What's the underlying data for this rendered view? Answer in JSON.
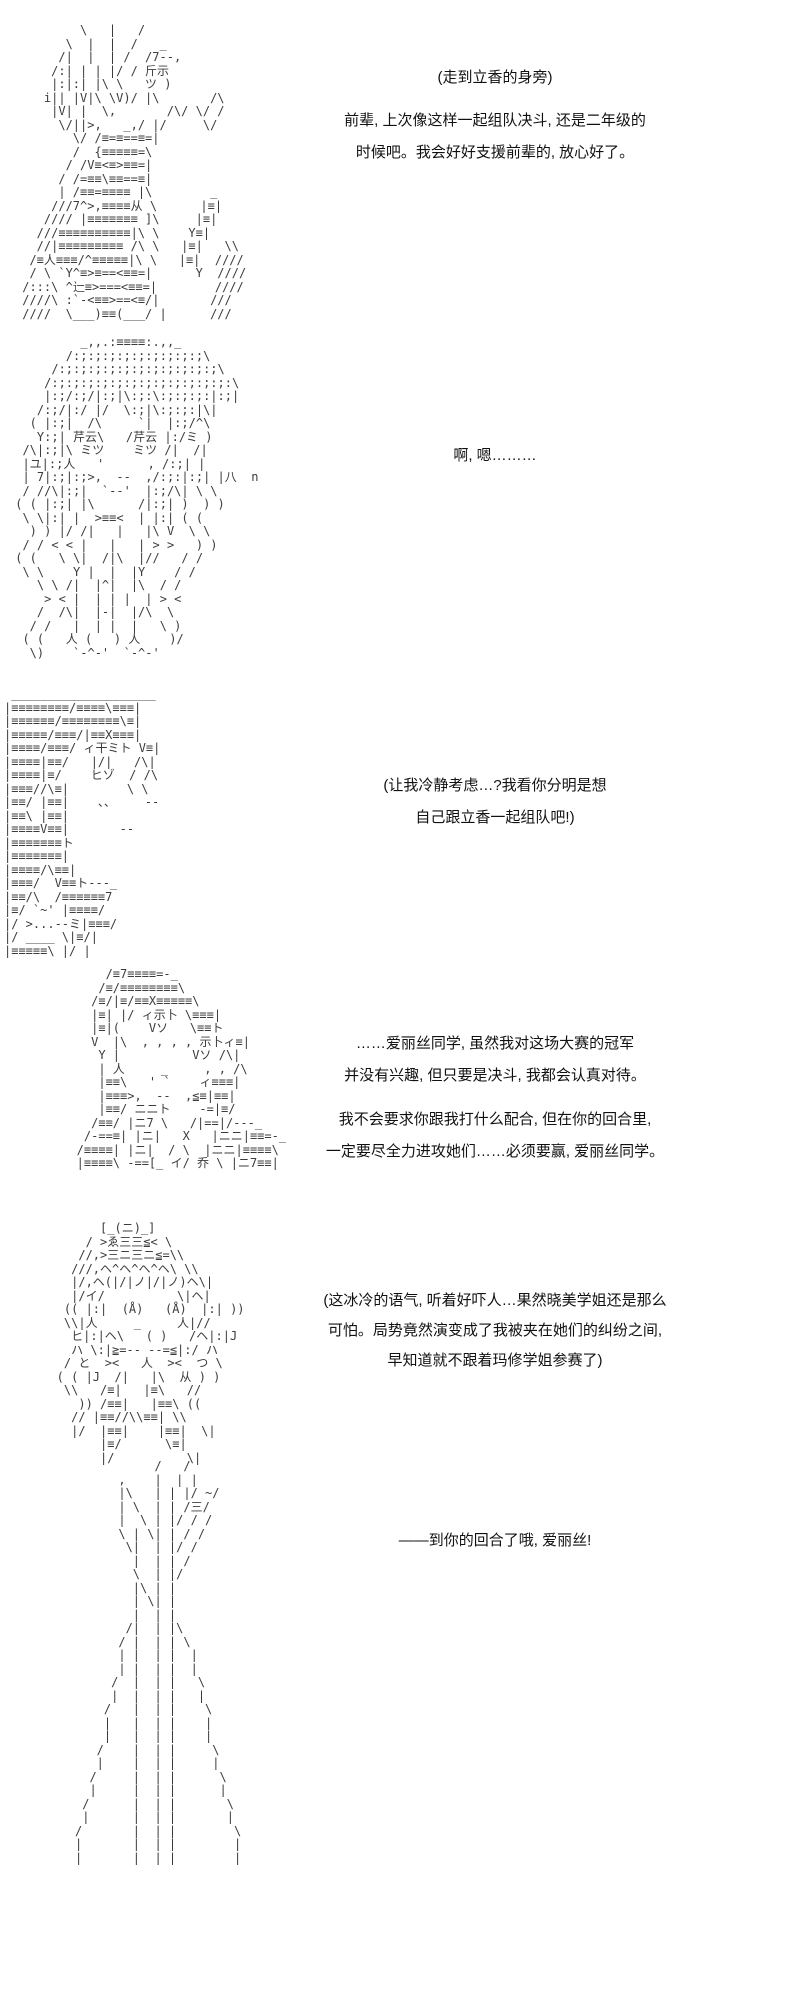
{
  "page": {
    "background": "#ffffff",
    "art_ink": "#3c3c3c",
    "text_ink": "#111111"
  },
  "panels": [
    {
      "art": [
        "         \\   |   /",
        "       \\  |  |  /   _",
        "      /|  |  | /  /7--,",
        "     /:| | | |/ / 斤示",
        "     |:|:| |\\ \\   ツ )",
        "    i|| |V|\\ \\V)/ |\\       /\\",
        "     |V| |  \\,       /\\/ \\/ /",
        "      \\/||>,   _,/ |/     \\/",
        "        \\/ /≡=≡==≡=|",
        "        /  {≡≡≡≡≡=\\",
        "       / /V≡<≡>≡≡=|",
        "      / /=≡≡\\≡≡==≡|",
        "      | /≡≡=≡≡≡≡ |\\        _",
        "     ///7^>,≡≡≡≡从 \\      |≡|",
        "    //// |≡≡≡≡≡≡≡ ]\\     |≡|",
        "   ///≡≡≡≡≡≡≡≡≡≡|\\ \\    Y≡|",
        "   //|≡≡≡≡≡≡≡≡≡ /\\ \\   |≡|   \\\\",
        "  /≡人≡≡≡/^≡≡≡≡≡|\\ \\   |≡|  ////",
        "  / \\ `Y^≡>≡==<≡≡=|      Y  ////",
        " /:::\\ ^辷≡>===<≡≡=|        ////",
        " ////\\ :`-<≡≡>==<≡/|       ///",
        " ////  \\___)≡≡(___/ |      ///"
      ],
      "dialogues": [
        {
          "lines": [
            "(走到立香的身旁)"
          ]
        },
        {
          "lines": [
            "前辈, 上次像这样一起组队决斗, 还是二年级的",
            "时候吧。我会好好支援前辈的, 放心好了。"
          ]
        }
      ]
    },
    {
      "art": [
        "          _,,.:≡≡≡≡:.,,_",
        "        /:;:;:;:;:;:;:;:;:;\\",
        "      /:;:;:;:;:;:;:;:;:;:;:;\\",
        "     /:;:;:;:;:;:;:;:;:;:;:;:;:\\",
        "     |:;/:;/|:;|\\:;:\\:;:;:;:|:;|",
        "    /:;/|:/ |/  \\:;|\\:;:;:|\\|",
        "   ( |:;|  /\\     `|  |:;/^\\",
        "    Y:;| 芹云\\   /芹云 |:/ミ )",
        "  /\\|:;|\\ ミツ    ミツ /|  /|",
        "  |ユ|:;人   '      , /:;| |",
        "  | 7|:;|:;>,  --  ,/:;:|:;| |八  n",
        "  / //\\|:;|  `--'  |:;/\\| \\ \\",
        " ( ( |:;| |\\      /|:;| )  ) )",
        "  \\ \\|:| |  >≡≡<  | |:| ( (",
        "   ) ) |/ /|   |   |\\ V  \\ \\",
        "  / / < < |   |   | > >   ) )",
        " ( (   \\ \\|  /|\\  |//   / /",
        "  \\ \\    Y |  |  |Y    / /",
        "    \\ \\ /|  |^|  |\\  / /",
        "     > < |  | | |  | > <",
        "    /  /\\|  |-|  |/\\  \\",
        "   / /   |  | |  |   \\ )",
        "  ( (   人 (   ) 人    )/",
        "   \\)    `-^-'  `-^-'"
      ],
      "dialogues": [
        {
          "lines": [
            "啊, 嗯………"
          ]
        }
      ]
    },
    {
      "art": [
        " ____________________",
        "|≡≡≡≡≡≡≡≡/≡≡≡≡\\≡≡≡|",
        "|≡≡≡≡≡≡/≡≡≡≡≡≡≡≡\\≡|",
        "|≡≡≡≡≡/≡≡≡/|≡≡X≡≡≡|",
        "|≡≡≡≡/≡≡≡/ ィ干ミト V≡|",
        "|≡≡≡≡|≡≡/   |/|   /\\|",
        "|≡≡≡≡|≡/    ヒゾ  / /\\",
        "|≡≡≡//\\≡|        \\ \\",
        "|≡≡/ |≡≡|    、、    --",
        "|≡≡\\ |≡≡|",
        "|≡≡≡≡V≡≡|       --",
        "|≡≡≡≡≡≡≡ト",
        "|≡≡≡≡≡≡≡|",
        "|≡≡≡≡/\\≡≡|",
        "|≡≡≡/  V≡≡ト---_",
        "|≡≡/\\  /≡≡≡≡≡≡7",
        "|≡/ `~' |≡≡≡≡/",
        "|/ >...--ミ|≡≡≡/",
        "|/ ____ \\|≡/|",
        "|≡≡≡≡≡\\ |/ |"
      ],
      "dialogues": [
        {
          "lines": [
            "(让我冷静考虑…?我看你分明是想",
            "自己跟立香一起组队吧!)"
          ]
        }
      ]
    },
    {
      "art": [
        "       /≡7≡≡≡≡=-_",
        "      /≡/≡≡≡≡≡≡≡≡\\",
        "     /≡/|≡/≡≡X≡≡≡≡≡\\",
        "     |≡| |/ ィ示卜 \\≡≡≡|",
        "     |≡|(    Vソ   \\≡≡ト",
        "     V  |\\  , , , , 示卜ィ≡|",
        "      Y |          Vソ /\\|",
        "      | 人     _     , , /\\",
        "      |≡≡\\   ' `    ィ≡≡≡|",
        "      |≡≡≡>,  --  ,≦≡|≡≡|",
        "      |≡≡/ ニニト    -=|≡/",
        "     /≡≡/ |ニ7 \\   /|==|/---_",
        "    /-==≡| |ニ|   X   |ニニ|≡≡=-_",
        "   /≡≡≡≡| |ニ|  / \\  |ニニ|≡≡≡≡\\",
        "   |≡≡≡≡\\ -==[_ イ/ 乔 \\ |ニ7≡≡|"
      ],
      "dialogues": [
        {
          "lines": [
            "……爱丽丝同学, 虽然我对这场大赛的冠军",
            "并没有兴趣, 但只要是决斗, 我都会认真对待。"
          ]
        },
        {
          "lines": [
            "我不会要求你跟我打什么配合, 但在你的回合里,",
            "一定要尽全力进攻她们……必须要赢, 爱丽丝同学。"
          ]
        }
      ]
    },
    {
      "art": [
        "         [_(ニ)_]",
        "       / >ゑ三三≦< \\",
        "      //,>三ニ三ニ≦=\\\\",
        "     ///,ヘ^ヘ^ヘ^ヘ\\ \\\\",
        "     |/,ヘ(|/|ノ|/|ノ)ヘ\\|",
        "     |/イ/          \\|ヘ|",
        "    (( |:|  (Å)   (Å)  |:| ))",
        "    \\\\|人     _     人|//",
        "     ヒ|:|ヘ\\   ( )   /ヘ|:|J",
        "     ハ \\:|≧=-- --=≦|:/ ハ",
        "    / と  ><   人  ><  つ \\",
        "   ( ( |J  /|   |\\  从 ) )",
        "    \\\\   /≡|   |≡\\   //",
        "      )) /≡≡|   |≡≡\\ ((",
        "     // |≡≡//\\\\≡≡| \\\\",
        "     |/  |≡≡|    |≡≡|  \\|",
        "         |≡/      \\≡|",
        "         |/          \\|"
      ],
      "dialogues": [
        {
          "lines": [
            "(这冰冷的语气, 听着好吓人…果然晓美学姐还是那么",
            "可怕。局势竟然演变成了我被夹在她们的纠纷之间,",
            "早知道就不跟着玛修学姐参赛了)"
          ]
        }
      ]
    },
    {
      "art": [
        "           /   /",
        "      ,    |  | |",
        "      |\\   | | |/ ~/",
        "      | \\  | | /三/",
        "      |  \\ | |/ / /",
        "      \\ | \\| | / /",
        "       \\|  | |/ /",
        "        |  | | /",
        "        \\  | |/",
        "        |\\ | |",
        "        | \\| |",
        "        |  | |",
        "       /|  | |\\",
        "      / |  | | \\",
        "      | |  | |  |",
        "      | |  | |  |",
        "     /  |  | |   \\",
        "     |  |  | |   |",
        "    /   |  | |    \\",
        "    |   |  | |    |",
        "    |   |  | |    |",
        "   /    |  | |     \\",
        "   |    |  | |     |",
        "  /     |  | |      \\",
        "  |     |  | |      |",
        " /      |  | |       \\",
        " |      |  | |       |",
        "/       |  | |        \\",
        "|       |  | |        |",
        "|       |  | |        |"
      ],
      "dialogues": [
        {
          "lines": [
            "——到你的回合了哦, 爱丽丝!"
          ]
        }
      ]
    }
  ]
}
